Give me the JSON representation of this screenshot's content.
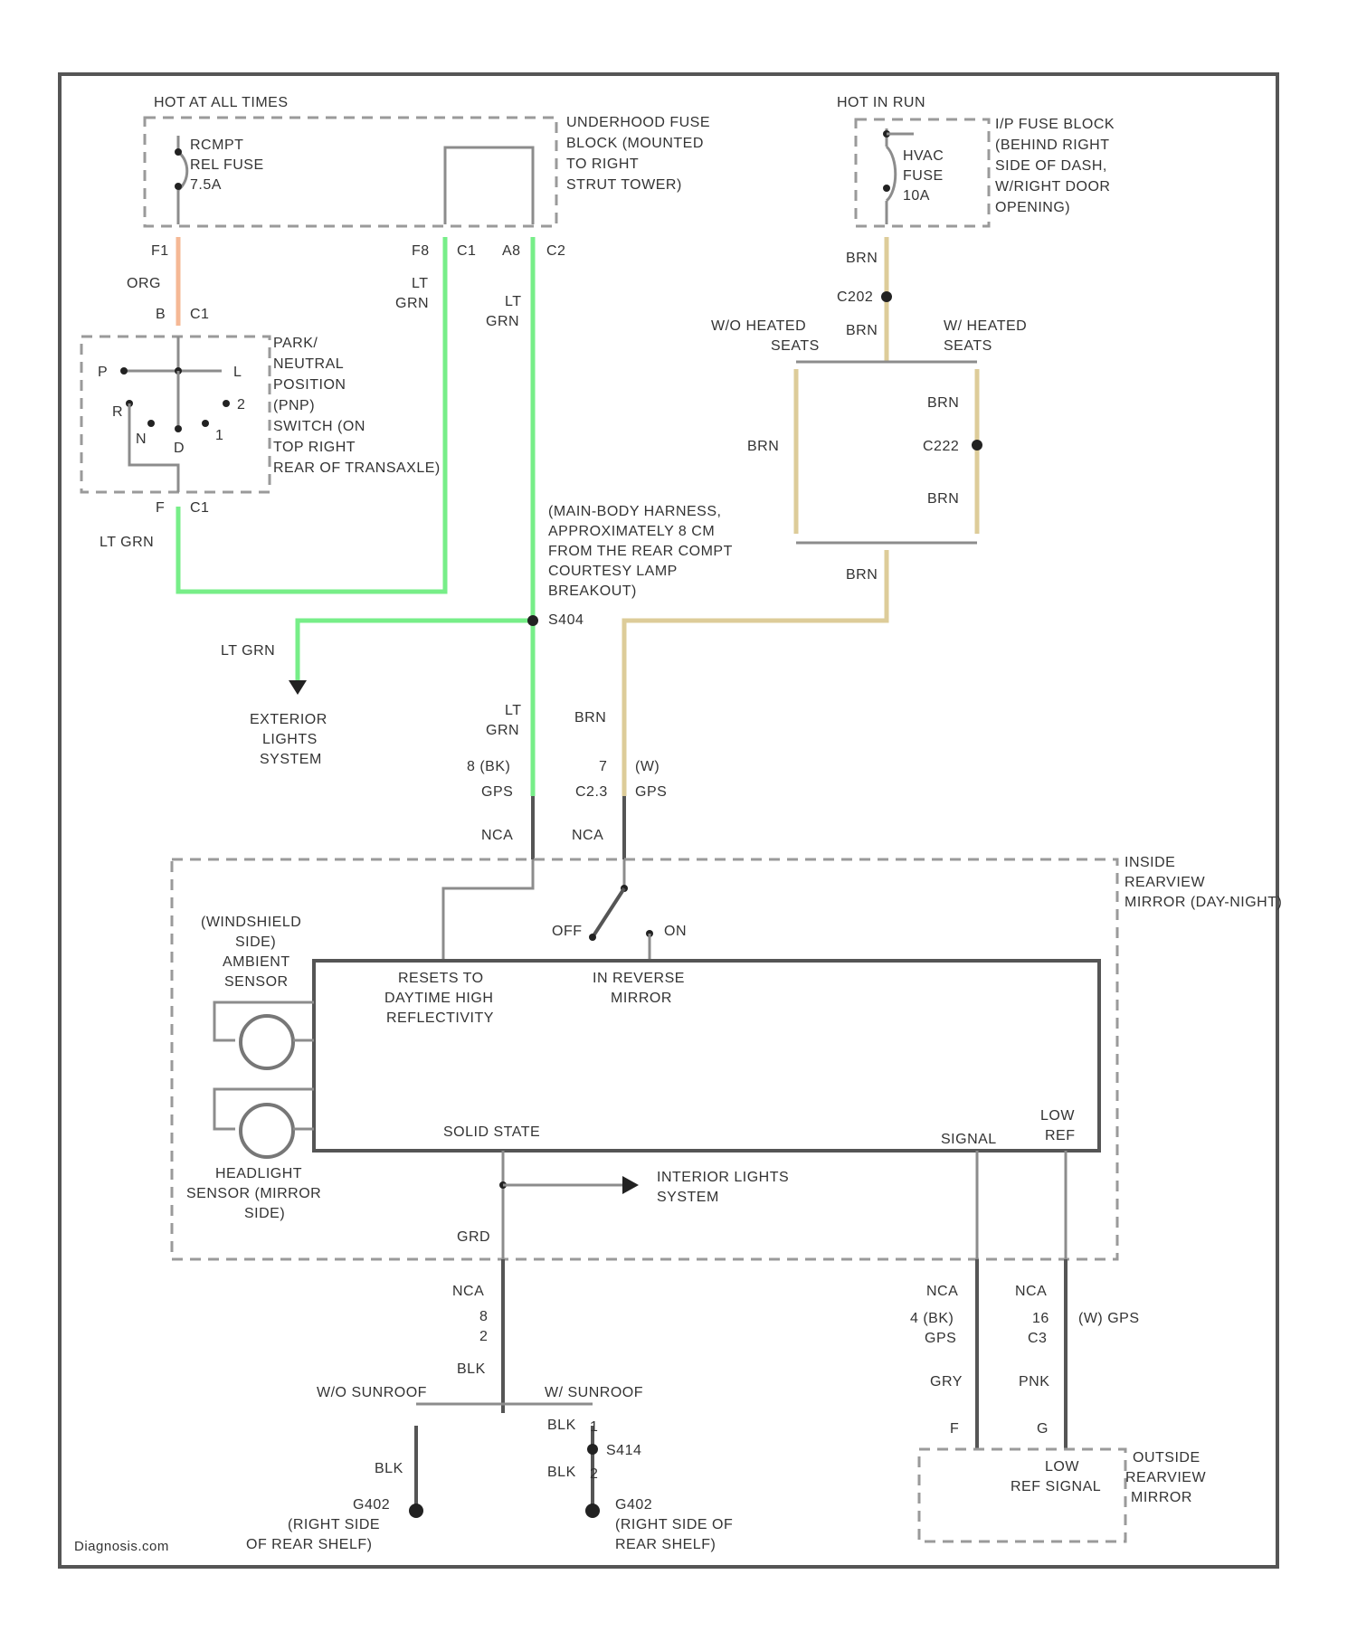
{
  "fuse_block_1": {
    "header": "HOT AT ALL TIMES",
    "title_lines": [
      "UNDERHOOD FUSE",
      "BLOCK (MOUNTED",
      "TO RIGHT",
      "STRUT TOWER)"
    ],
    "fuse_lines": [
      "RCMPT",
      "REL FUSE",
      "7.5A"
    ],
    "pins": [
      "F1",
      "F8",
      "C1",
      "A8",
      "C2"
    ]
  },
  "fuse_block_2": {
    "header": "HOT IN RUN",
    "title_lines": [
      "I/P FUSE BLOCK",
      "(BEHIND RIGHT",
      "SIDE OF DASH,",
      "W/RIGHT DOOR",
      "OPENING)"
    ],
    "fuse_lines": [
      "HVAC",
      "FUSE",
      "10A"
    ]
  },
  "pnp_switch": {
    "title_lines": [
      "PARK/",
      "NEUTRAL",
      "POSITION",
      "(PNP)",
      "SWITCH (ON",
      "TOP RIGHT",
      "REAR OF TRANSAXLE)"
    ],
    "positions": [
      "P",
      "L",
      "R",
      "N",
      "D",
      "2",
      "1"
    ],
    "pin_in": "B",
    "pin_out": "F",
    "connector": "C1"
  },
  "wires": {
    "org": "ORG",
    "lt_grn": "LT GRN",
    "lt_grn_split": [
      "LT",
      "GRN"
    ],
    "brn": "BRN",
    "blk": "BLK",
    "gry": "GRY",
    "pnk": "PNK",
    "grd": "GRD"
  },
  "seats": {
    "without": [
      "W/O HEATED",
      "SEATS"
    ],
    "with": [
      "W/ HEATED",
      "SEATS"
    ],
    "c202": "C202",
    "c222": "C222"
  },
  "splice": {
    "text_lines": [
      "(MAIN-BODY HARNESS,",
      "APPROXIMATELY 8 CM",
      "FROM THE REAR COMPT",
      "COURTESY LAMP",
      "BREAKOUT)"
    ],
    "id": "S404"
  },
  "exterior_lights": [
    "EXTERIOR",
    "LIGHTS",
    "SYSTEM"
  ],
  "connectors": {
    "left_top": [
      "8 (BK)",
      "GPS"
    ],
    "right_top_num": "7",
    "right_top_sub": "C2.3",
    "right_top_tag": "(W)",
    "right_top_gps": "GPS",
    "nca": "NCA",
    "grd_pin": "8",
    "grd_sub": "2",
    "signal_conn": [
      "4 (BK)",
      "GPS"
    ],
    "low_conn_pin": "16",
    "low_conn_tag": "(W) GPS",
    "low_conn_sub": "C3",
    "outside_pin_f": "F",
    "outside_pin_g": "G"
  },
  "mirror": {
    "title_lines": [
      "INSIDE",
      "REARVIEW",
      "MIRROR (DAY-NIGHT)"
    ],
    "switch_off": "OFF",
    "switch_on": "ON",
    "windshield_sensor": [
      "(WINDSHIELD",
      "SIDE)",
      "AMBIENT",
      "SENSOR"
    ],
    "headlight_sensor": [
      "HEADLIGHT",
      "SENSOR (MIRROR",
      "SIDE)"
    ],
    "resets": [
      "RESETS TO",
      "DAYTIME HIGH",
      "REFLECTIVITY"
    ],
    "in_reverse": [
      "IN REVERSE",
      "MIRROR"
    ],
    "solid_state": "SOLID STATE",
    "signal": "SIGNAL",
    "low_ref": [
      "LOW",
      "REF"
    ]
  },
  "interior_lights": [
    "INTERIOR LIGHTS",
    "SYSTEM"
  ],
  "sunroof": {
    "without": "W/O SUNROOF",
    "with": "W/ SUNROOF",
    "splice": "S414",
    "pin1": "1",
    "pin2": "2",
    "ground_left": [
      "G402",
      "(RIGHT SIDE",
      "OF REAR SHELF)"
    ],
    "ground_right": [
      "G402",
      "(RIGHT SIDE OF",
      "REAR SHELF)"
    ]
  },
  "outside_mirror": {
    "title_lines": [
      "OUTSIDE",
      "REARVIEW",
      "MIRROR"
    ],
    "inner_lines": [
      "LOW",
      "REF SIGNAL"
    ]
  },
  "watermark": "Diagnosis.com",
  "colors": {
    "lt_grn": "#77ee88",
    "brn": "#ddcc99",
    "org": "#f5b895",
    "frame": "#555555"
  }
}
